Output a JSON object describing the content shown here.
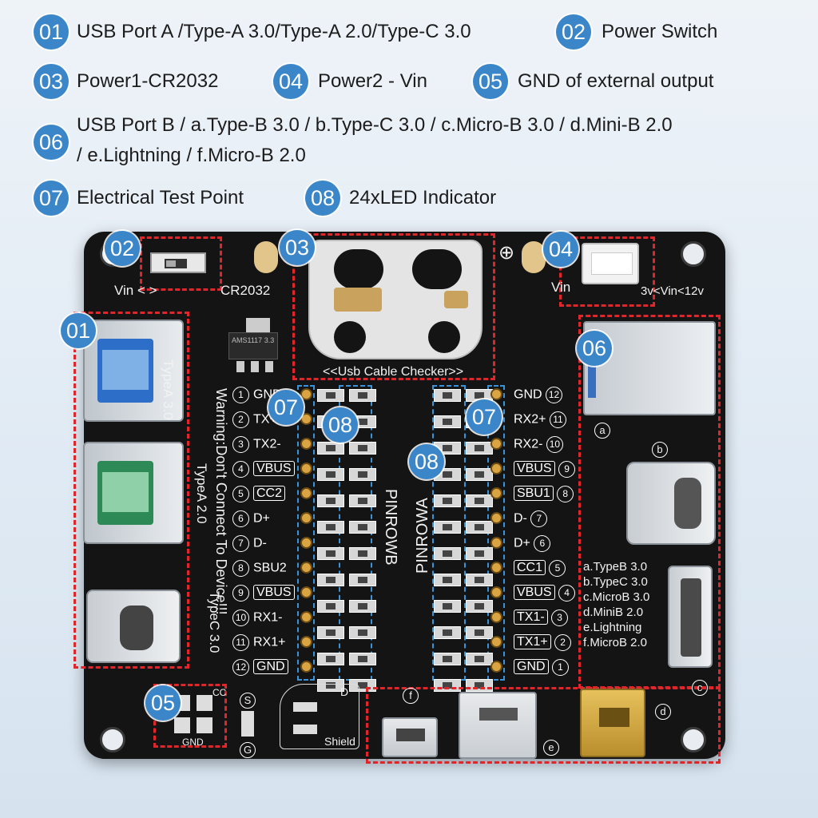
{
  "legend": [
    {
      "num": "01",
      "text": "USB Port A /Type-A 3.0/Type-A 2.0/Type-C 3.0"
    },
    {
      "num": "02",
      "text": "Power Switch"
    },
    {
      "num": "03",
      "text": "Power1-CR2032"
    },
    {
      "num": "04",
      "text": "Power2 - Vin"
    },
    {
      "num": "05",
      "text": "GND of external output"
    },
    {
      "num": "06",
      "text": "USB Port B / a.Type-B 3.0 / b.Type-C 3.0 / c.Micro-B 3.0 / d.Mini-B 2.0",
      "text2": "/ e.Lightning / f.Micro-B 2.0"
    },
    {
      "num": "07",
      "text": "Electrical Test Point"
    },
    {
      "num": "08",
      "text": "24xLED Indicator"
    }
  ],
  "board": {
    "switch_label": "Vin < >",
    "cr2032_label": "CR2032",
    "vin_label": "Vin",
    "vin_range": "3v<Vin<12v",
    "plus_sign": "⊕",
    "ams_label": "AMS1117 3.3",
    "usb_checker_label": "<<Usb Cable Checker>>",
    "typea3_label": "TypeA 3.0",
    "warning_label": "Warning:Don't Connect To Device!!!",
    "typea2_label": "TypeA 2.0",
    "typec3_label": "TypeC 3.0",
    "pinrow_b": "PINROWB",
    "pinrow_a": "PINROWA",
    "gnd_label": "GND",
    "cc_label": "CC",
    "shield_label": "Shield",
    "s_label": "S",
    "g_label": "G",
    "d_label": "D",
    "f_label": "f",
    "e_label": "e",
    "port_legend": [
      "a.TypeB 3.0",
      "b.TypeC 3.0",
      "c.MicroB 3.0",
      "d.MiniB 2.0",
      "e.Lightning",
      "f.MicroB 2.0"
    ],
    "port_letters": [
      "a",
      "b",
      "c",
      "d"
    ],
    "left_pins": [
      {
        "n": "1",
        "s": "GND"
      },
      {
        "n": "2",
        "s": "TX+"
      },
      {
        "n": "3",
        "s": "TX2-"
      },
      {
        "n": "4",
        "s": "VBUS"
      },
      {
        "n": "5",
        "s": "CC2"
      },
      {
        "n": "6",
        "s": "D+"
      },
      {
        "n": "7",
        "s": "D-"
      },
      {
        "n": "8",
        "s": "SBU2"
      },
      {
        "n": "9",
        "s": "VBUS"
      },
      {
        "n": "10",
        "s": "RX1-"
      },
      {
        "n": "11",
        "s": "RX1+"
      },
      {
        "n": "12",
        "s": "GND"
      }
    ],
    "right_pins": [
      {
        "n": "12",
        "s": "GND"
      },
      {
        "n": "11",
        "s": "RX2+"
      },
      {
        "n": "10",
        "s": "RX2-"
      },
      {
        "n": "9",
        "s": "VBUS"
      },
      {
        "n": "8",
        "s": "SBU1"
      },
      {
        "n": "7",
        "s": "D-"
      },
      {
        "n": "6",
        "s": "D+"
      },
      {
        "n": "5",
        "s": "CC1"
      },
      {
        "n": "4",
        "s": "VBUS"
      },
      {
        "n": "3",
        "s": "TX1-"
      },
      {
        "n": "2",
        "s": "TX1+"
      },
      {
        "n": "1",
        "s": "GND"
      }
    ]
  },
  "colors": {
    "badge": "#3a86c8",
    "dash_red": "#e0262b",
    "dash_blue": "#3a93d8",
    "board": "#141414"
  }
}
